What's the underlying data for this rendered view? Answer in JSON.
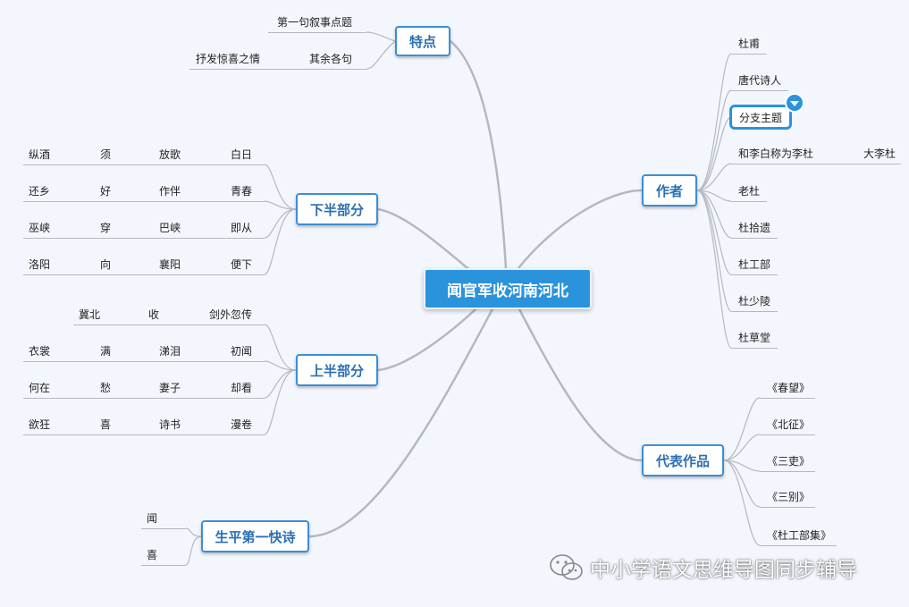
{
  "root": "闻官军收河南河北",
  "branches": {
    "tedian": "特点",
    "xiaban": "下半部分",
    "shangban": "上半部分",
    "kuaishi": "生平第一快诗",
    "zuozhe": "作者",
    "daibiao": "代表作品"
  },
  "tedian": {
    "first": "第一句叙事点题",
    "rest": "其余各句",
    "rest_child": "抒发惊喜之情"
  },
  "xiaban_rows": [
    [
      "纵酒",
      "须",
      "放歌",
      "白日"
    ],
    [
      "还乡",
      "好",
      "作伴",
      "青春"
    ],
    [
      "巫峡",
      "穿",
      "巴峡",
      "即从"
    ],
    [
      "洛阳",
      "向",
      "襄阳",
      "便下"
    ]
  ],
  "shangban_rows": [
    [
      "冀北",
      "收",
      "剑外忽传"
    ],
    [
      "衣裳",
      "满",
      "涕泪",
      "初闻"
    ],
    [
      "何在",
      "愁",
      "妻子",
      "却看"
    ],
    [
      "欲狂",
      "喜",
      "诗书",
      "漫卷"
    ]
  ],
  "kuaishi": [
    "闻",
    "喜"
  ],
  "zuozhe": {
    "items": [
      "杜甫",
      "唐代诗人",
      "分支主题",
      "和李白称为李杜",
      "老杜",
      "杜拾遗",
      "杜工部",
      "杜少陵",
      "杜草堂"
    ],
    "extra": "大李杜"
  },
  "daibiao": [
    "《春望》",
    "《北征》",
    "《三吏》",
    "《三别》",
    "《杜工部集》"
  ],
  "watermark": "中小学语文思维导图同步辅导",
  "colors": {
    "root_bg": "#2a93dc",
    "branch_border": "#3b8fd6",
    "branch_text": "#2a6fb4",
    "line": "#b5b9bf"
  }
}
